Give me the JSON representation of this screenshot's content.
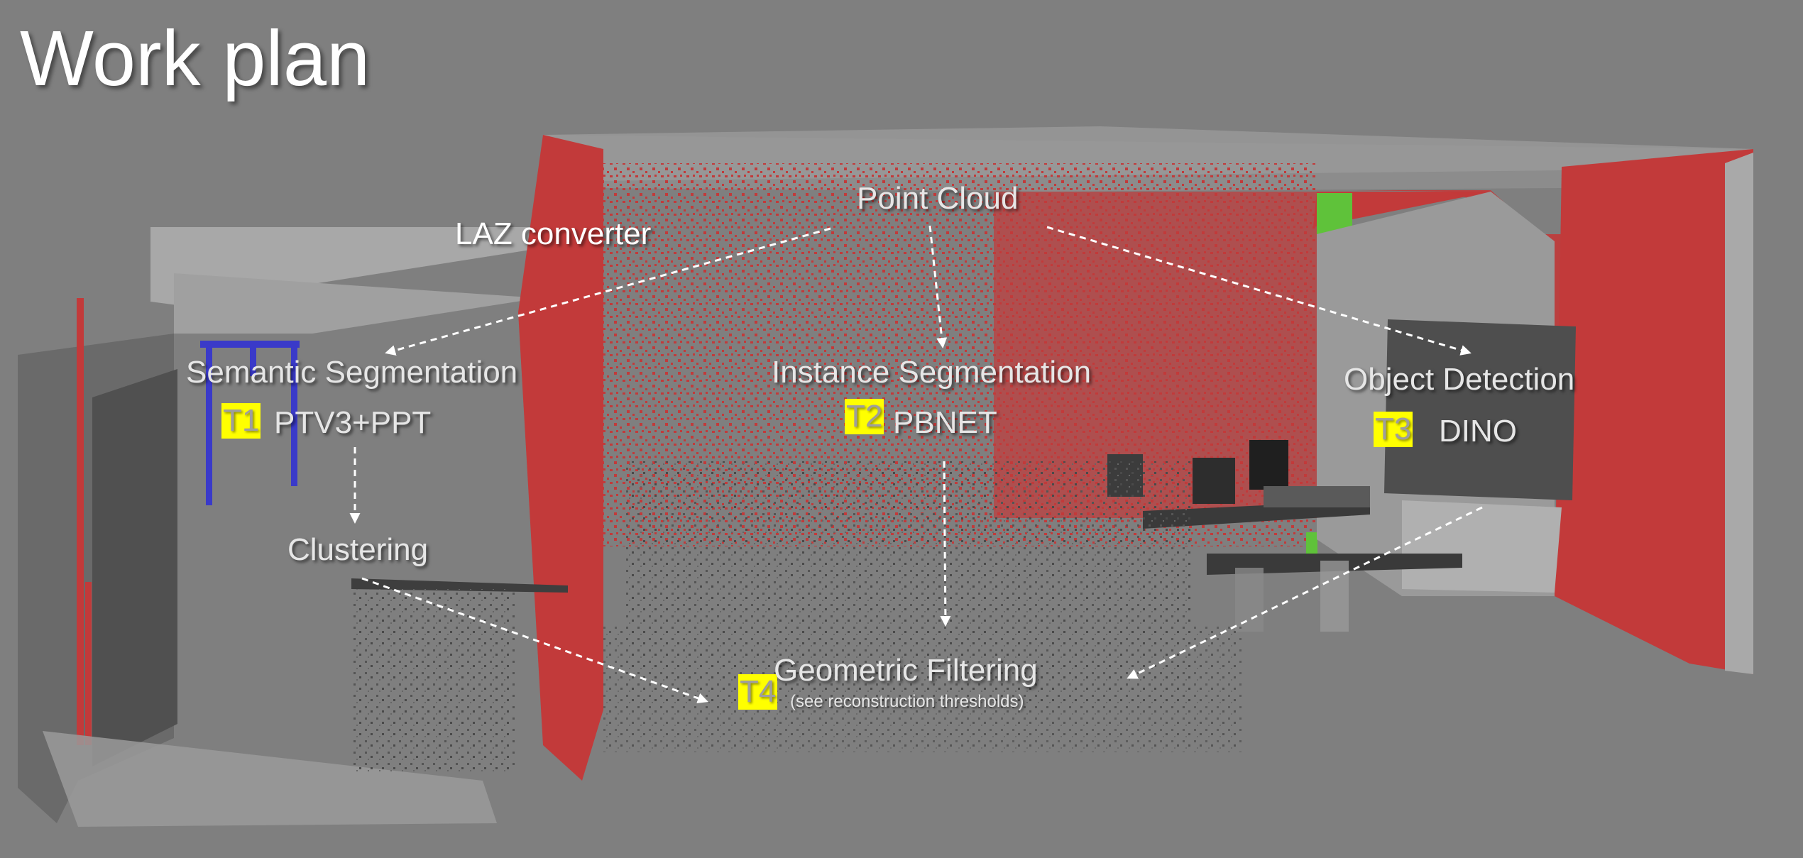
{
  "title": "Work plan",
  "nodes": {
    "point_cloud": "Point Cloud",
    "laz_converter": "LAZ converter",
    "semantic_segmentation": "Semantic Segmentation",
    "instance_segmentation": "Instance Segmentation",
    "object_detection": "Object Detection",
    "clustering": "Clustering",
    "geometric_filtering": "Geometric Filtering",
    "geometric_filtering_note": "(see reconstruction thresholds)"
  },
  "tasks": {
    "t1": {
      "badge": "T1",
      "method": "PTV3+PPT"
    },
    "t2": {
      "badge": "T2",
      "method": "PBNET"
    },
    "t3": {
      "badge": "T3",
      "method": "DINO"
    },
    "t4": {
      "badge": "T4"
    }
  },
  "colors": {
    "background": "#7f7f7f",
    "wall_red": "#c23a3a",
    "badge_yellow": "#ffff00",
    "highlight_green": "#5fc23a",
    "highlight_blue": "#3a3ac9",
    "arrow": "#ffffff"
  }
}
